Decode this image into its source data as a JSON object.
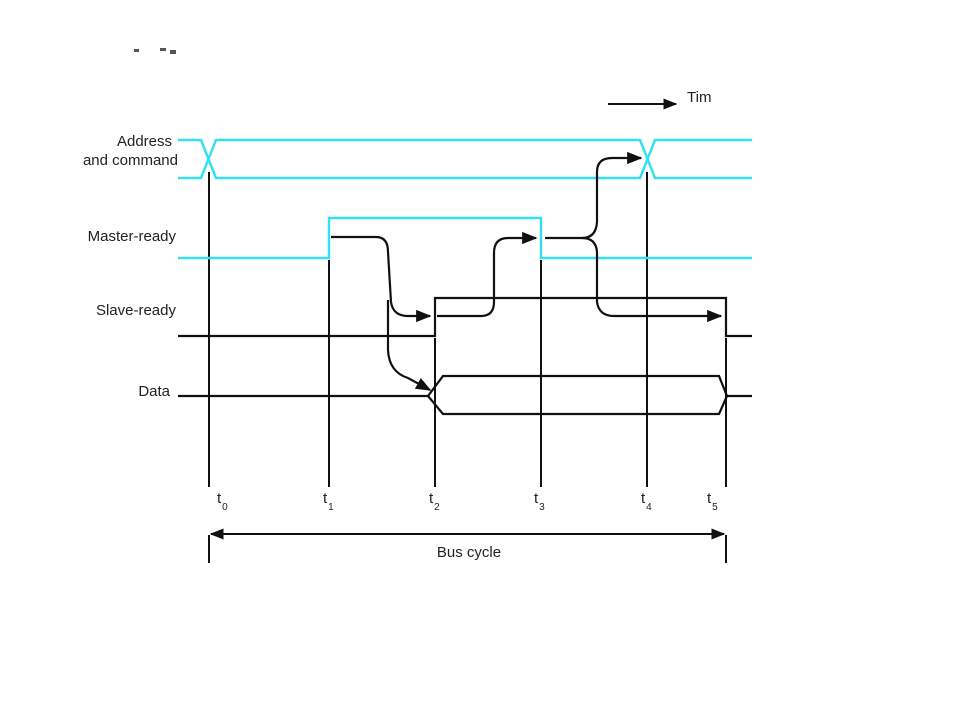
{
  "time_label": "Tim",
  "signals": {
    "address": {
      "line1": "Address",
      "line2": "and command"
    },
    "master_ready": "Master-ready",
    "slave_ready": "Slave-ready",
    "data": "Data"
  },
  "times": [
    {
      "base": "t",
      "sub": "0"
    },
    {
      "base": "t",
      "sub": "1"
    },
    {
      "base": "t",
      "sub": "2"
    },
    {
      "base": "t",
      "sub": "3"
    },
    {
      "base": "t",
      "sub": "4"
    },
    {
      "base": "t",
      "sub": "5"
    }
  ],
  "bus_cycle_label": "Bus cycle",
  "colors": {
    "cyan": "#33e0f0",
    "black": "#111111"
  }
}
